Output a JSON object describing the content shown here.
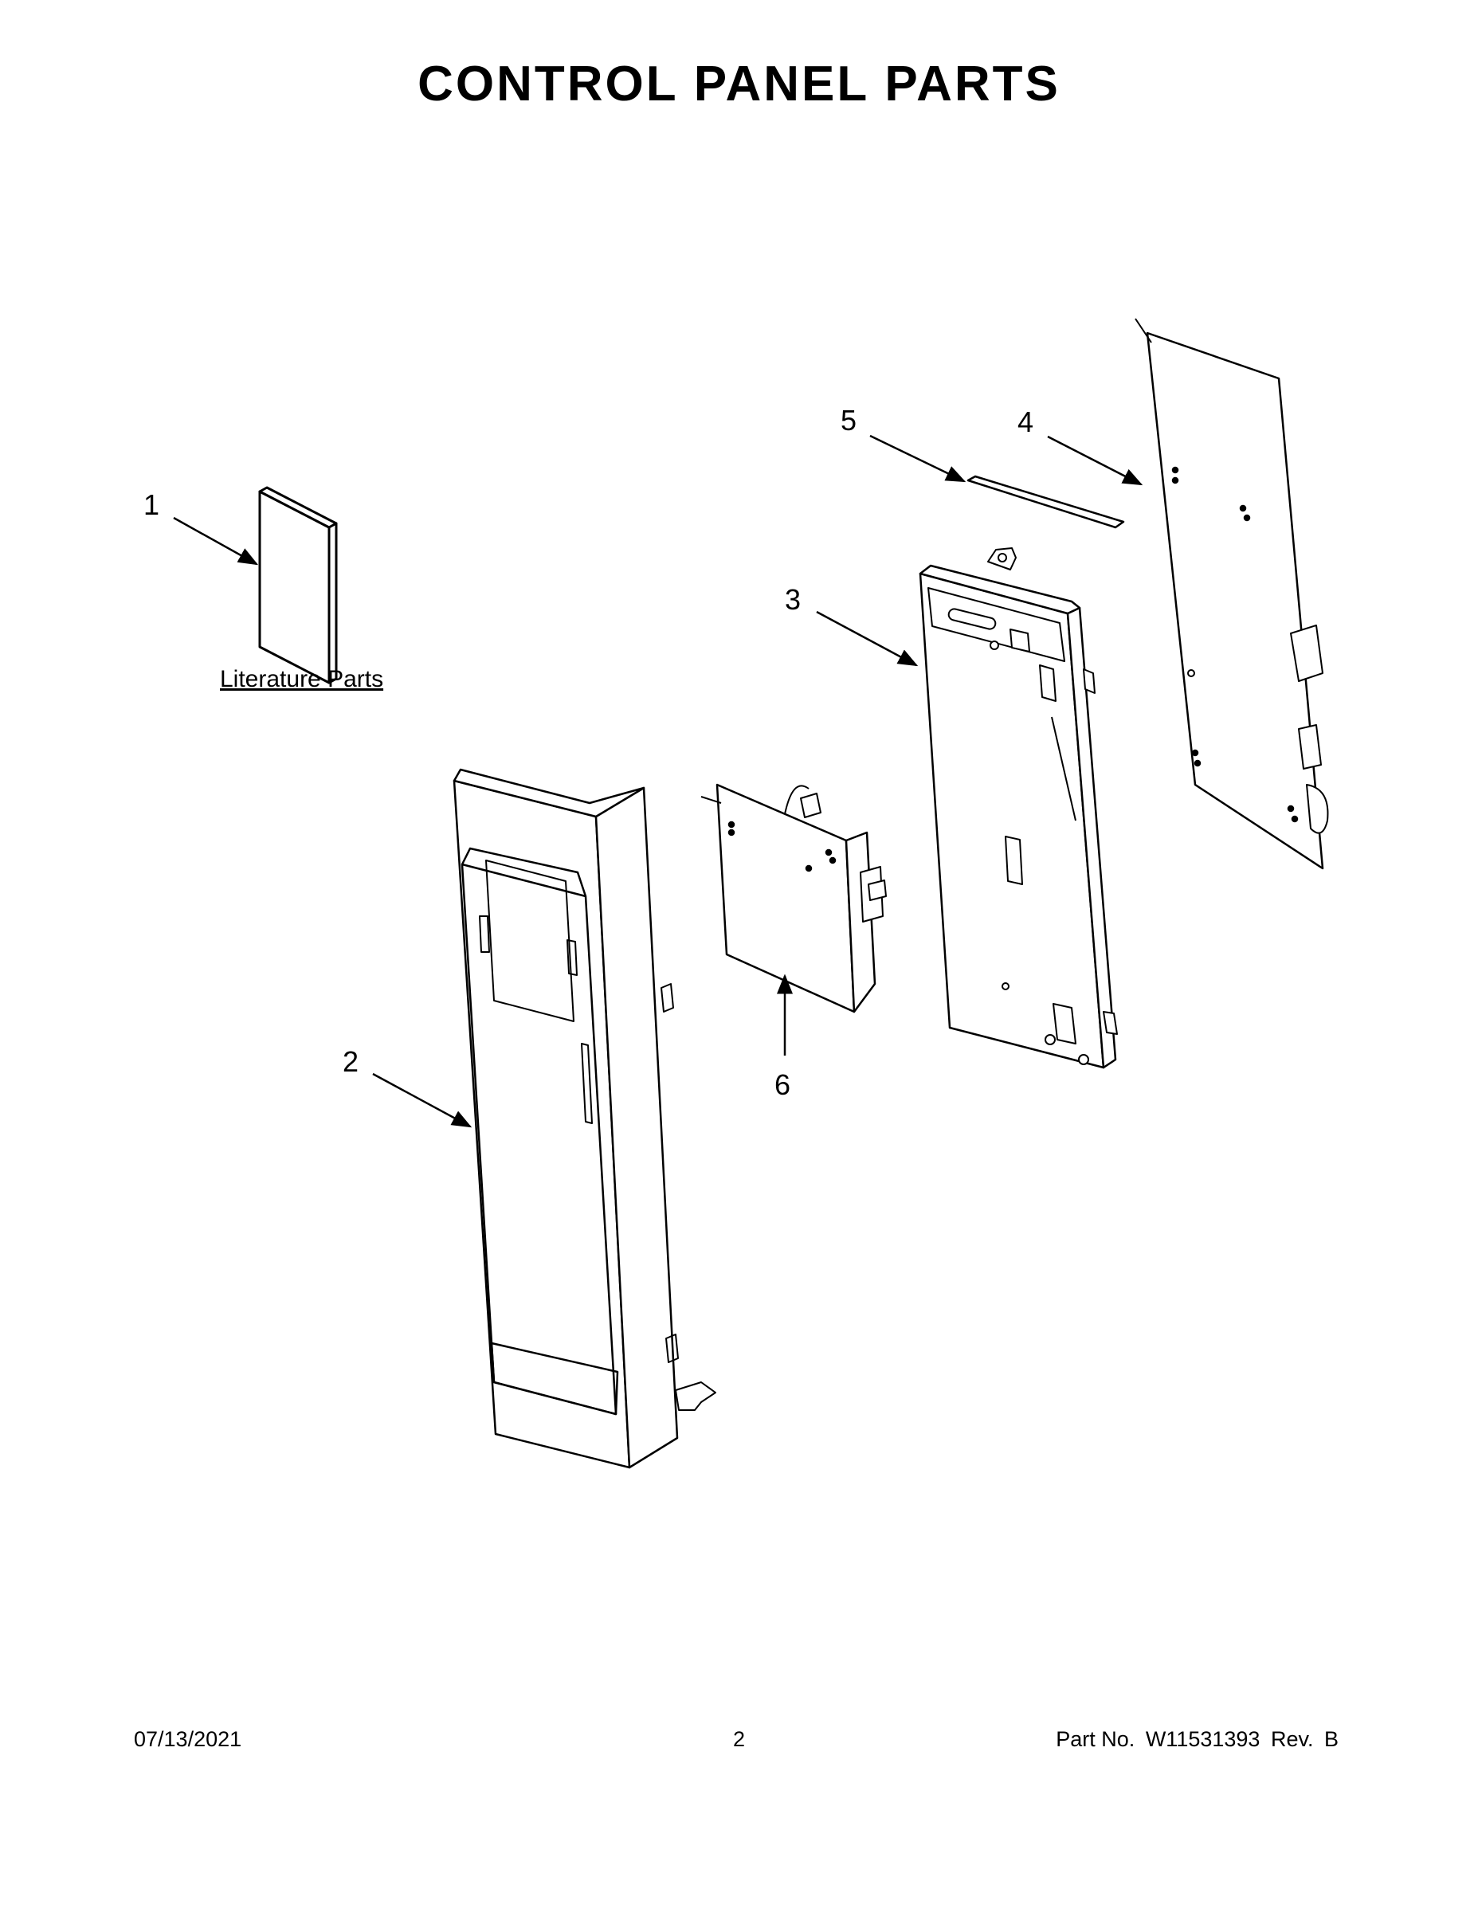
{
  "page": {
    "title": "CONTROL PANEL PARTS"
  },
  "callouts": {
    "c1": "1",
    "c2": "2",
    "c3": "3",
    "c4": "4",
    "c5": "5",
    "c6": "6"
  },
  "literature_label": "Literature Parts",
  "footer": {
    "date": "07/13/2021",
    "page_number": "2",
    "part_label": "Part No.",
    "part_number": "W11531393",
    "rev_label": "Rev.",
    "rev": "B"
  }
}
